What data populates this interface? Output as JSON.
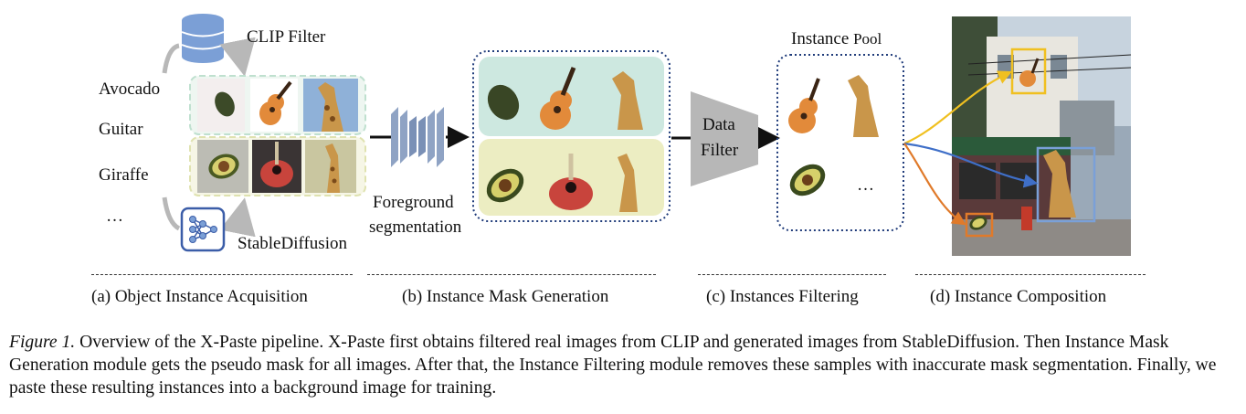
{
  "acquisition": {
    "clip_label": "CLIP Filter",
    "sd_label": "StableDiffusion",
    "classes": [
      "Avocado",
      "Guitar",
      "Giraffe",
      "…"
    ]
  },
  "mask_generation": {
    "foreground_label_line1": "Foreground",
    "foreground_label_line2": "segmentation"
  },
  "filtering": {
    "data_filter_line1": "Data",
    "data_filter_line2": "Filter",
    "pool_label_main": "Instance",
    "pool_label_small": "Pool",
    "ellipsis": "…"
  },
  "sub_labels": {
    "a": "(a) Object Instance Acquisition",
    "b": "(b) Instance Mask Generation",
    "c": "(c) Instances Filtering",
    "d": "(d)  Instance Composition"
  },
  "caption": {
    "figure_label": "Figure 1.",
    "text": " Overview of the X-Paste pipeline. X-Paste first obtains filtered real images from CLIP and generated images from StableDiffusion. Then Instance Mask Generation module gets the pseudo mask for all images. After that, the Instance Filtering module removes these samples with inaccurate mask segmentation. Finally, we paste these resulting instances into a background image for training."
  },
  "colors": {
    "clip_box": "#cfe6da",
    "sd_box": "#ecedc6",
    "mask_top": "#cde8e0",
    "mask_bottom": "#ecedc2",
    "pool_border": "#3a4f8a",
    "arrow_yellow": "#f0c020",
    "arrow_blue": "#3f6fc8",
    "arrow_orange": "#e07a2a"
  }
}
